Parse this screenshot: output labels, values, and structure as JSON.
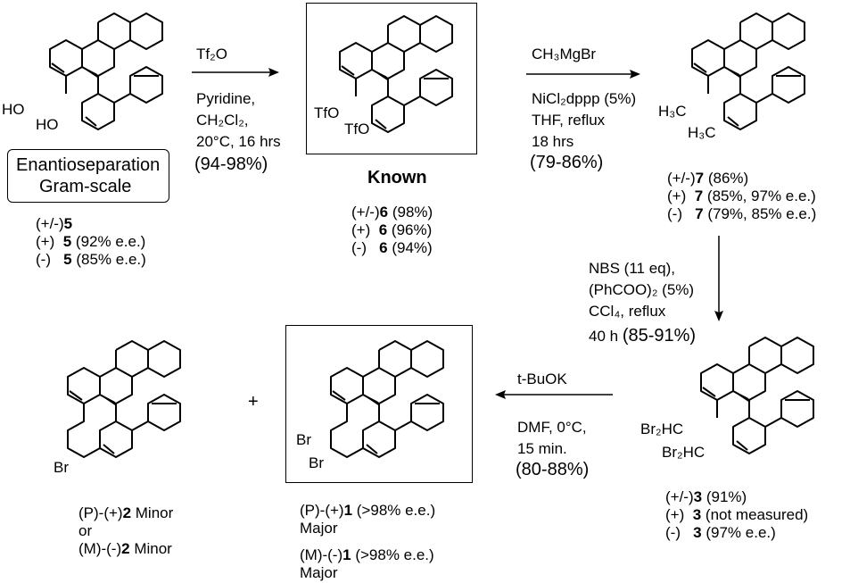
{
  "step1": {
    "reagent": "Tf₂O",
    "cond1": "Pyridine,",
    "cond2": "CH₂Cl₂,",
    "cond3": "20°C, 16 hrs",
    "yield": "(94-98%)"
  },
  "step2": {
    "reagent": "CH₃MgBr",
    "cond1": "NiCl₂dppp (5%)",
    "cond2": "THF,  reflux",
    "cond3": "18 hrs",
    "yield": "(79-86%)"
  },
  "step3": {
    "cond1": "NBS (11 eq),",
    "cond2": "(PhCOO)₂ (5%)",
    "cond3": "CCl₄, reflux",
    "cond4_prefix": "40 h",
    "yield": "(85-91%)"
  },
  "step4": {
    "reagent": "t-BuOK",
    "cond1": "DMF, 0°C,",
    "cond2": "15 min.",
    "yield": "(80-88%)"
  },
  "compound5": {
    "substituent_top": "HO",
    "substituent_bottom": "HO",
    "box_line1": "Enantioseparation",
    "box_line2": "Gram-scale",
    "rows": [
      {
        "prefix": "(+/-)",
        "num": "5",
        "detail": ""
      },
      {
        "prefix": "(+)  ",
        "num": "5",
        "detail": " (92% e.e.)"
      },
      {
        "prefix": "(-)  ",
        "num": "5",
        "detail": " (85% e.e.)"
      }
    ]
  },
  "compound6": {
    "substituent_top": "TfO",
    "substituent_bottom": "TfO",
    "label": "Known",
    "rows": [
      {
        "prefix": "(+/-)",
        "num": "6",
        "detail": " (98%)"
      },
      {
        "prefix": "(+)  ",
        "num": "6",
        "detail": " (96%)"
      },
      {
        "prefix": "(-)  ",
        "num": "6",
        "detail": " (94%)"
      }
    ]
  },
  "compound7": {
    "substituent_top": "H₃C",
    "substituent_bottom": "H₃C",
    "rows": [
      {
        "prefix": "(+/-)",
        "num": "7",
        "detail": " (86%)"
      },
      {
        "prefix": "(+)  ",
        "num": "7",
        "detail": " (85%, 97% e.e.)"
      },
      {
        "prefix": "(-)  ",
        "num": "7",
        "detail": " (79%, 85% e.e.)"
      }
    ]
  },
  "compound3": {
    "substituent_top": "Br₂HC",
    "substituent_bottom": "Br₂HC",
    "rows": [
      {
        "prefix": "(+/-)",
        "num": "3",
        "detail": " (91%)"
      },
      {
        "prefix": "(+)  ",
        "num": "3",
        "detail": " (not measured)"
      },
      {
        "prefix": "(-)  ",
        "num": "3",
        "detail": " (97% e.e.)"
      }
    ]
  },
  "compound1": {
    "substituent_top": "Br",
    "substituent_bottom": "Br",
    "rows": [
      {
        "prefix": "(P)-(+)",
        "num": "1",
        "detail": " (>98% e.e.)",
        "note": "Major"
      },
      {
        "prefix": "(M)-(-)",
        "num": "1",
        "detail": " (>98% e.e.)",
        "note": "Major"
      }
    ]
  },
  "compound2": {
    "substituent": "Br",
    "plus": "+",
    "row1_prefix": "(P)-(+)",
    "row1_num": "2",
    "row1_note": " Minor",
    "or": "or",
    "row2_prefix": "(M)-(-)",
    "row2_num": "2",
    "row2_note": " Minor"
  }
}
